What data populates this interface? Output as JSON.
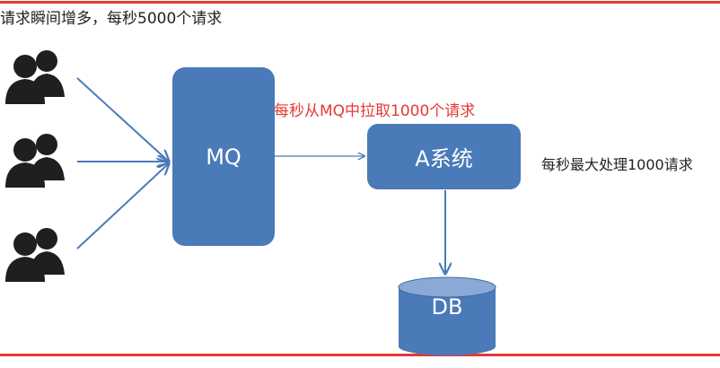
{
  "caption": "请求瞬间增多，每秒5000个请求",
  "pull_label": "每秒从MQ中拉取1000个请求",
  "capacity_label": "每秒最大处理1000请求",
  "mq_label": "MQ",
  "system_label": "A系统",
  "db_label": "DB",
  "colors": {
    "box": "#4a7ab8",
    "box_dark": "#3e6aa4",
    "db_top": "#8aa9d6",
    "arrow": "#4a7ab8",
    "red": "#e53935",
    "user_icon": "#1f1f1f"
  },
  "users": [
    {
      "name": "user-group-1"
    },
    {
      "name": "user-group-2"
    },
    {
      "name": "user-group-3"
    }
  ]
}
